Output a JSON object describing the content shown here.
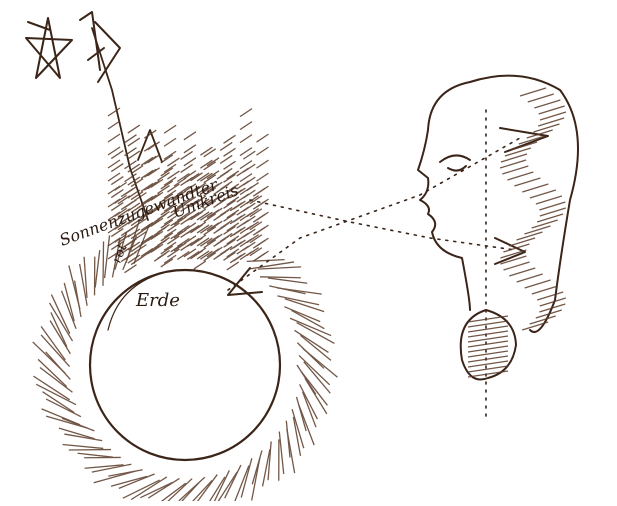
{
  "labels": {
    "sun_facing": "Sonnenzugewandter",
    "umkreis": "Umkreis",
    "rot": "rot",
    "erde": "Erde"
  },
  "colors": {
    "ink": "#3b2418",
    "hatch": "#5a3a28",
    "paper": "#ffffff"
  },
  "icons": {
    "top_left": "star-pentagram-icon",
    "top_right": "rune-sign-icon"
  }
}
